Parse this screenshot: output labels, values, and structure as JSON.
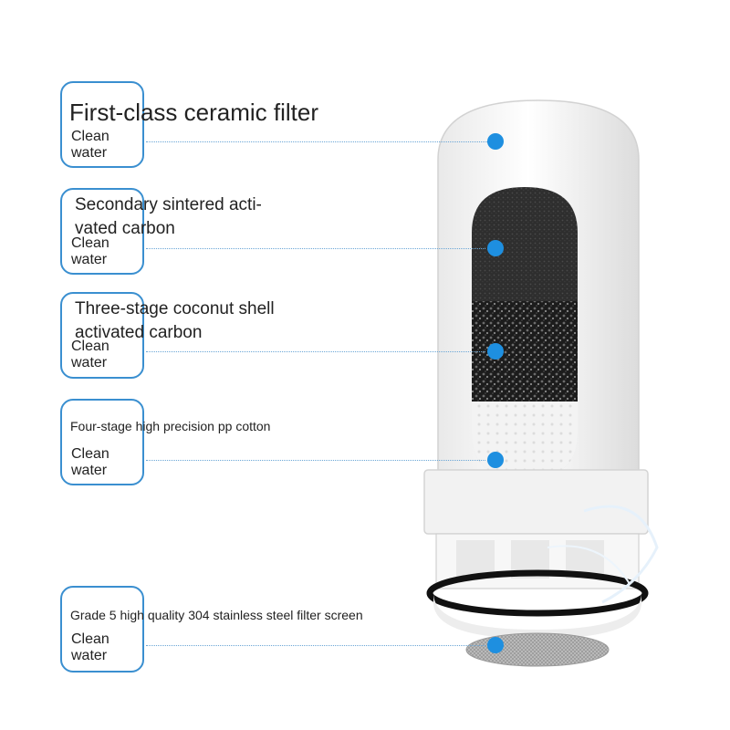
{
  "layers": [
    {
      "title": "First-class ceramic filter",
      "caption": "Clean\nwater"
    },
    {
      "title": "Secondary sintered acti-\nvated carbon",
      "caption": "Clean\nwater"
    },
    {
      "title": "Three-stage coconut shell\nactivated carbon",
      "caption": "Clean\nwater"
    },
    {
      "title": "Four-stage high precision pp cotton",
      "caption": "Clean\nwater"
    },
    {
      "title": "Grade 5 high quality 304 stainless steel filter screen",
      "caption": "Clean\nwater"
    }
  ],
  "colors": {
    "accent": "#1e8fe0",
    "frame": "#3a8fd0",
    "carbon_dark": "#2b2b2b",
    "ceramic": "#f4f4f4"
  }
}
